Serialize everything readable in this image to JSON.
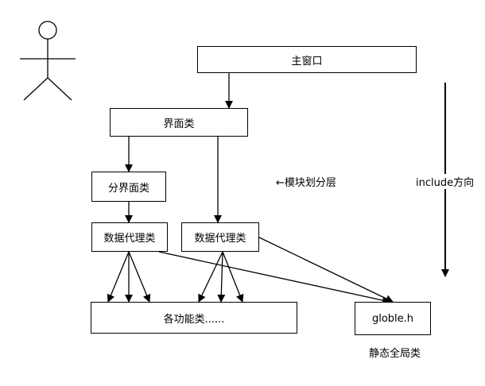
{
  "boxes": {
    "main_window": "主窗口",
    "interface_class": "界面类",
    "sub_interface_class": "分界面类",
    "data_proxy_left": "数据代理类",
    "data_proxy_right": "数据代理类",
    "function_classes": "各功能类......",
    "globle_h": "globle.h"
  },
  "labels": {
    "module_layering": "←模块划分层",
    "include_direction": "include方向",
    "static_global_class": "静态全局类"
  },
  "icons": {
    "actor": "stick-figure-icon"
  }
}
